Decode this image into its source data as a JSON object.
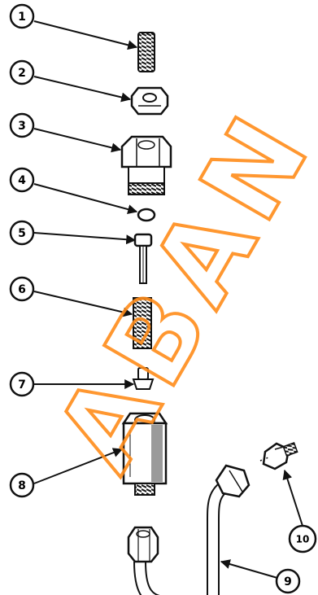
{
  "callouts": [
    {
      "label": "1"
    },
    {
      "label": "2"
    },
    {
      "label": "3"
    },
    {
      "label": "4"
    },
    {
      "label": "5"
    },
    {
      "label": "6"
    },
    {
      "label": "7"
    },
    {
      "label": "8"
    },
    {
      "label": "9"
    },
    {
      "label": "10"
    }
  ],
  "watermark": {
    "text": "ABAN",
    "color": "#ff8c1a"
  },
  "colors": {
    "ink": "#111111",
    "paper": "#ffffff",
    "shade": "#9a9a9a"
  }
}
